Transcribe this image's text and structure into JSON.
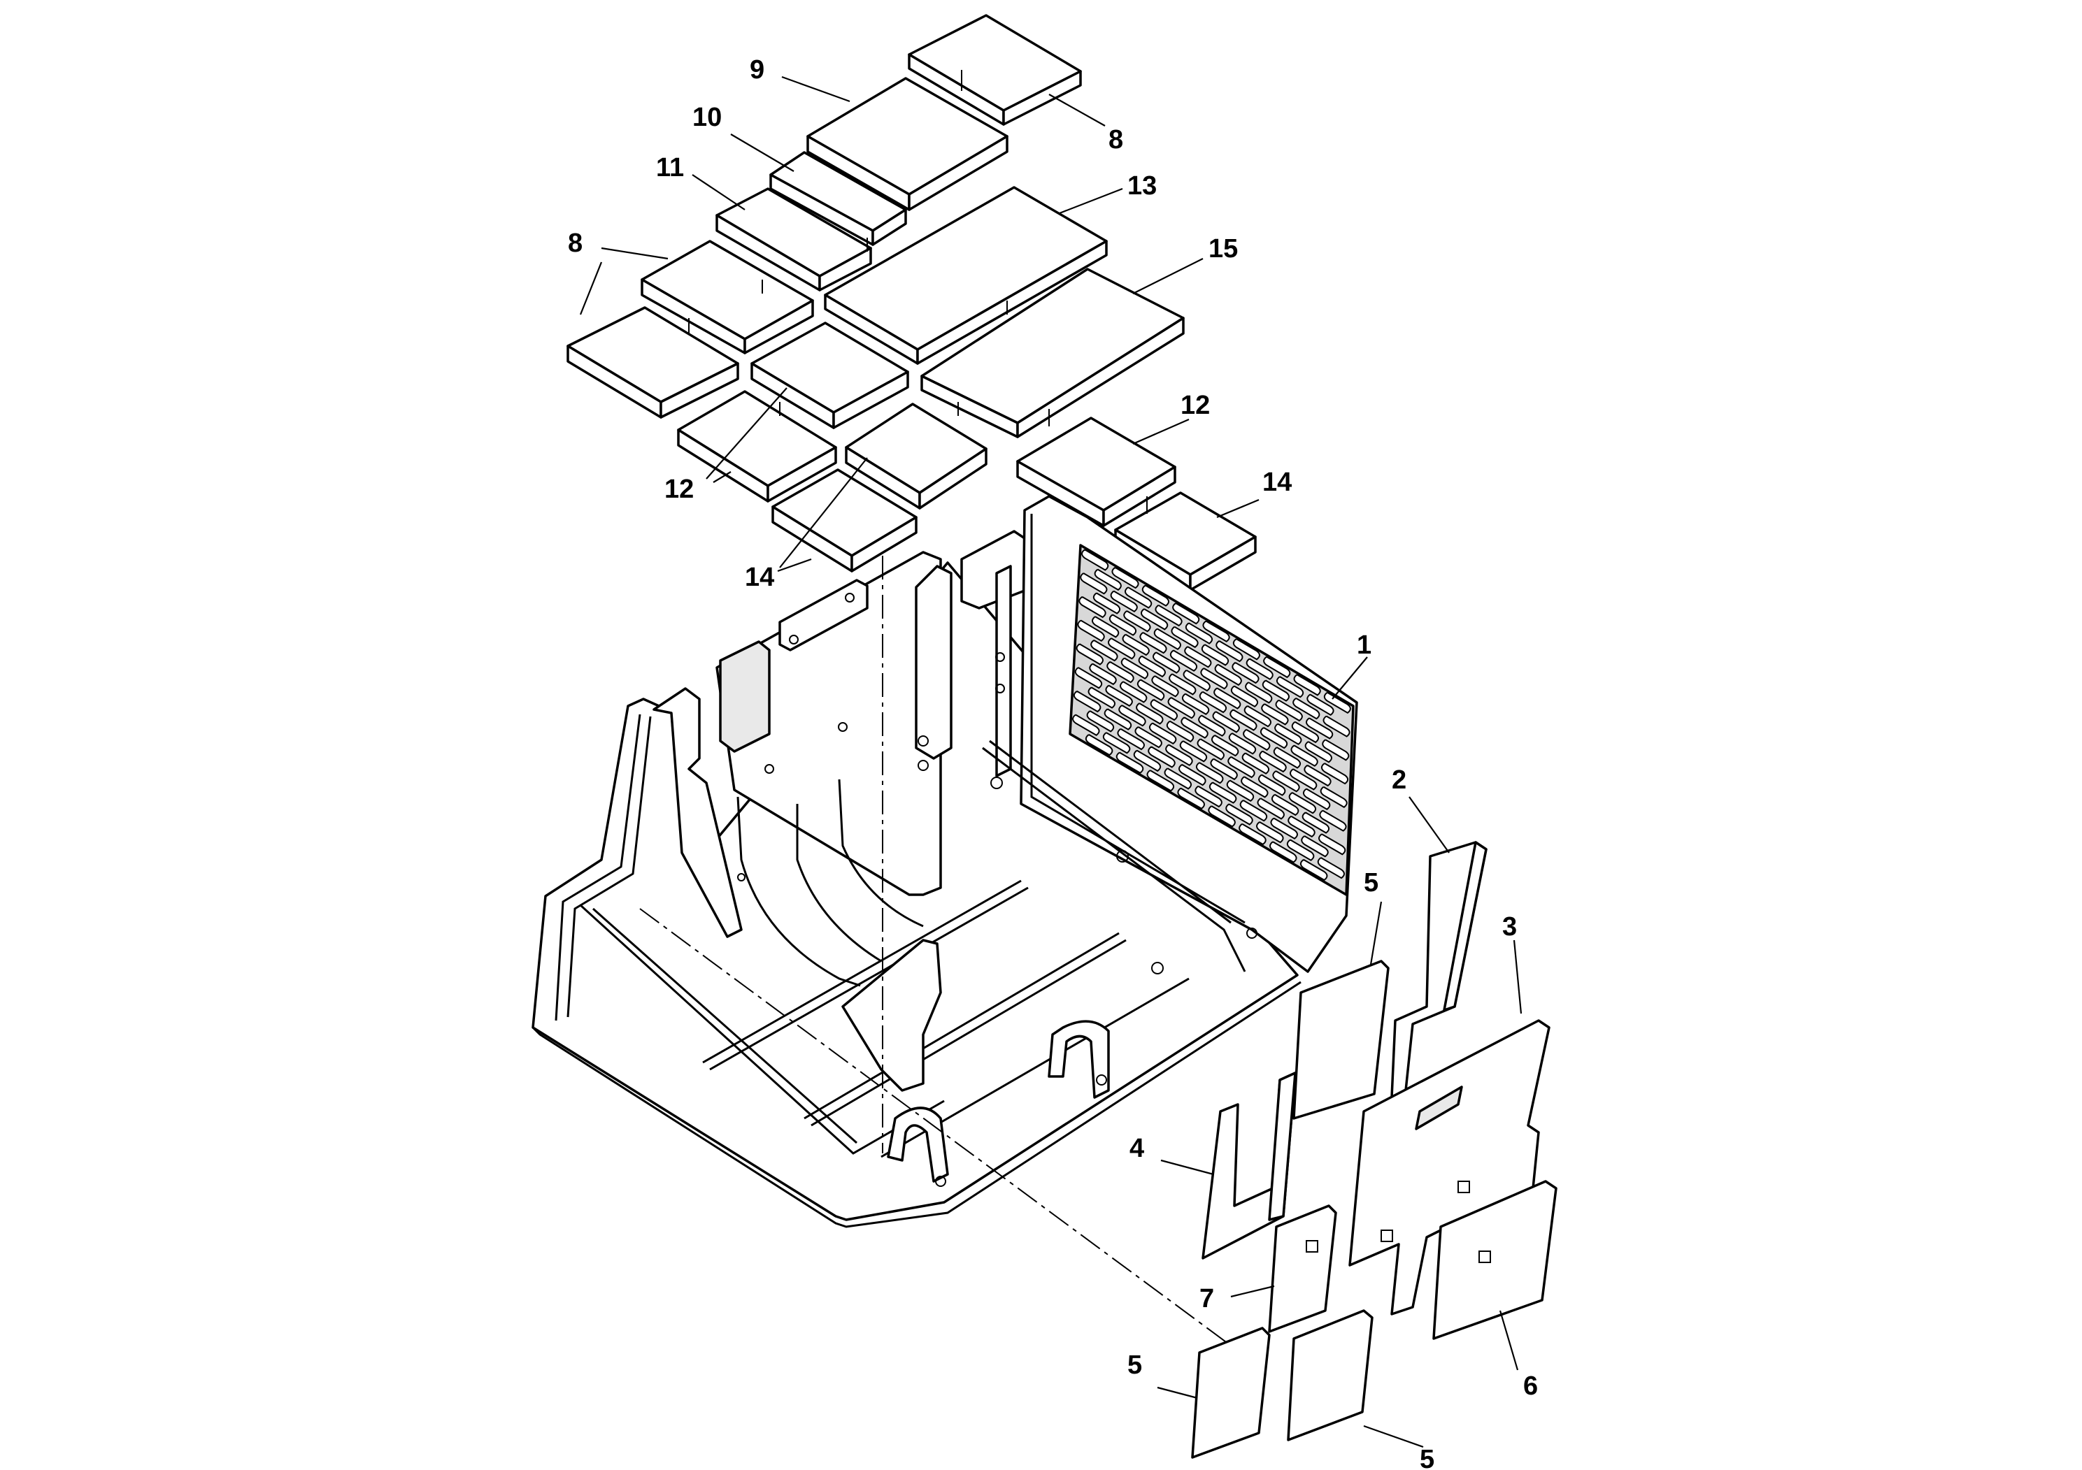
{
  "callouts": [
    {
      "id": "c9a",
      "label": "9"
    },
    {
      "id": "c8a",
      "label": "8"
    },
    {
      "id": "c10",
      "label": "10"
    },
    {
      "id": "c11",
      "label": "11"
    },
    {
      "id": "c13",
      "label": "13"
    },
    {
      "id": "c8b",
      "label": "8"
    },
    {
      "id": "c15",
      "label": "15"
    },
    {
      "id": "c12a",
      "label": "12"
    },
    {
      "id": "c12b",
      "label": "12"
    },
    {
      "id": "c14a",
      "label": "14"
    },
    {
      "id": "c14b",
      "label": "14"
    },
    {
      "id": "c1",
      "label": "1"
    },
    {
      "id": "c2",
      "label": "2"
    },
    {
      "id": "c5a",
      "label": "5"
    },
    {
      "id": "c3",
      "label": "3"
    },
    {
      "id": "c4",
      "label": "4"
    },
    {
      "id": "c7",
      "label": "7"
    },
    {
      "id": "c6",
      "label": "6"
    },
    {
      "id": "c5b",
      "label": "5"
    },
    {
      "id": "c5c",
      "label": "5"
    }
  ]
}
